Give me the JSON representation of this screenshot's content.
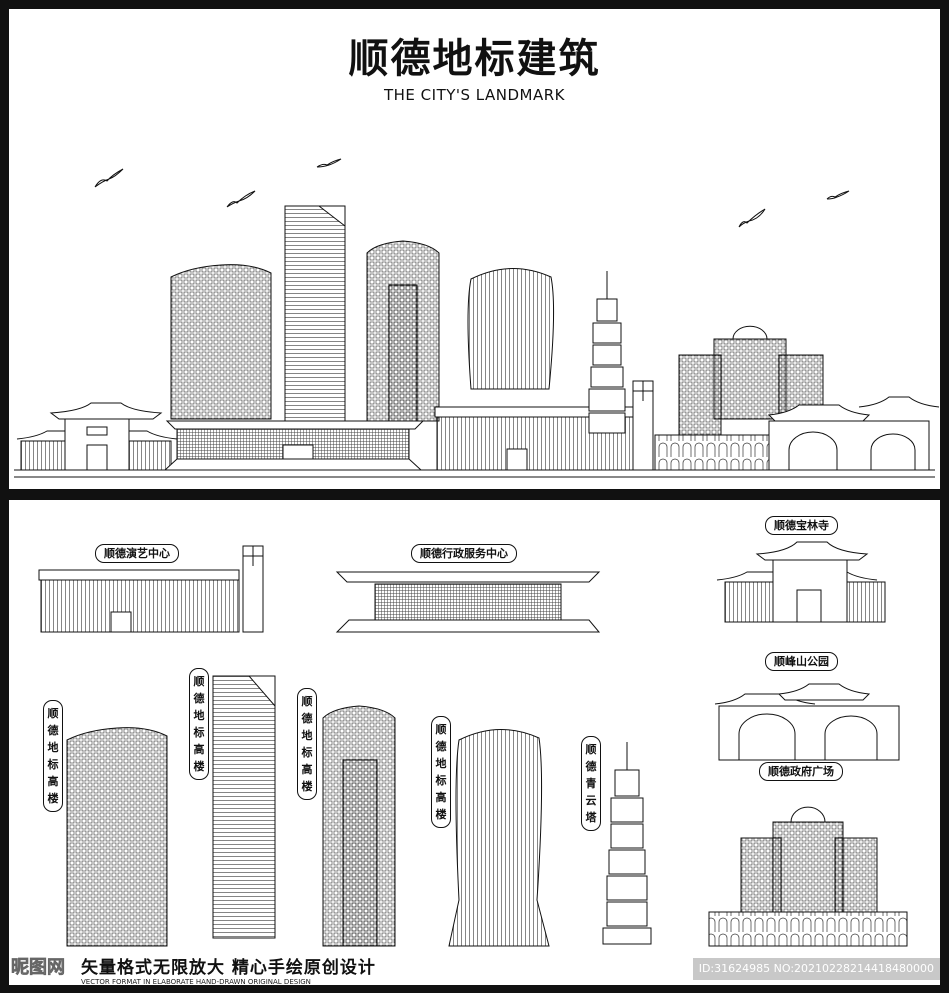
{
  "header": {
    "title": "顺德地标建筑",
    "subtitle": "THE CITY'S LANDMARK"
  },
  "labels": {
    "performing_arts_center": "顺德演艺中心",
    "admin_service_center": "顺德行政服务中心",
    "baolin_temple": "顺德宝林寺",
    "shunfeng_park": "顺峰山公园",
    "government_plaza": "顺德政府广场",
    "landmark_tower_1": "顺德地标高楼",
    "landmark_tower_2": "顺德地标高楼",
    "landmark_tower_3": "顺德地标高楼",
    "landmark_tower_4": "顺德地标高楼",
    "qingyun_pagoda": "顺德青云塔"
  },
  "footer": {
    "slogan": "矢量格式无限放大 精心手绘原创设计",
    "slogan_en": "VECTOR FORMAT IN ELABORATE HAND-DRAWN ORIGINAL DESIGN",
    "watermark_logo": "昵图网",
    "watermark_id": "ID:31624985 NO:20210228214418480000"
  },
  "colors": {
    "line": "#111111",
    "frame": "#111111",
    "background": "#ffffff"
  }
}
